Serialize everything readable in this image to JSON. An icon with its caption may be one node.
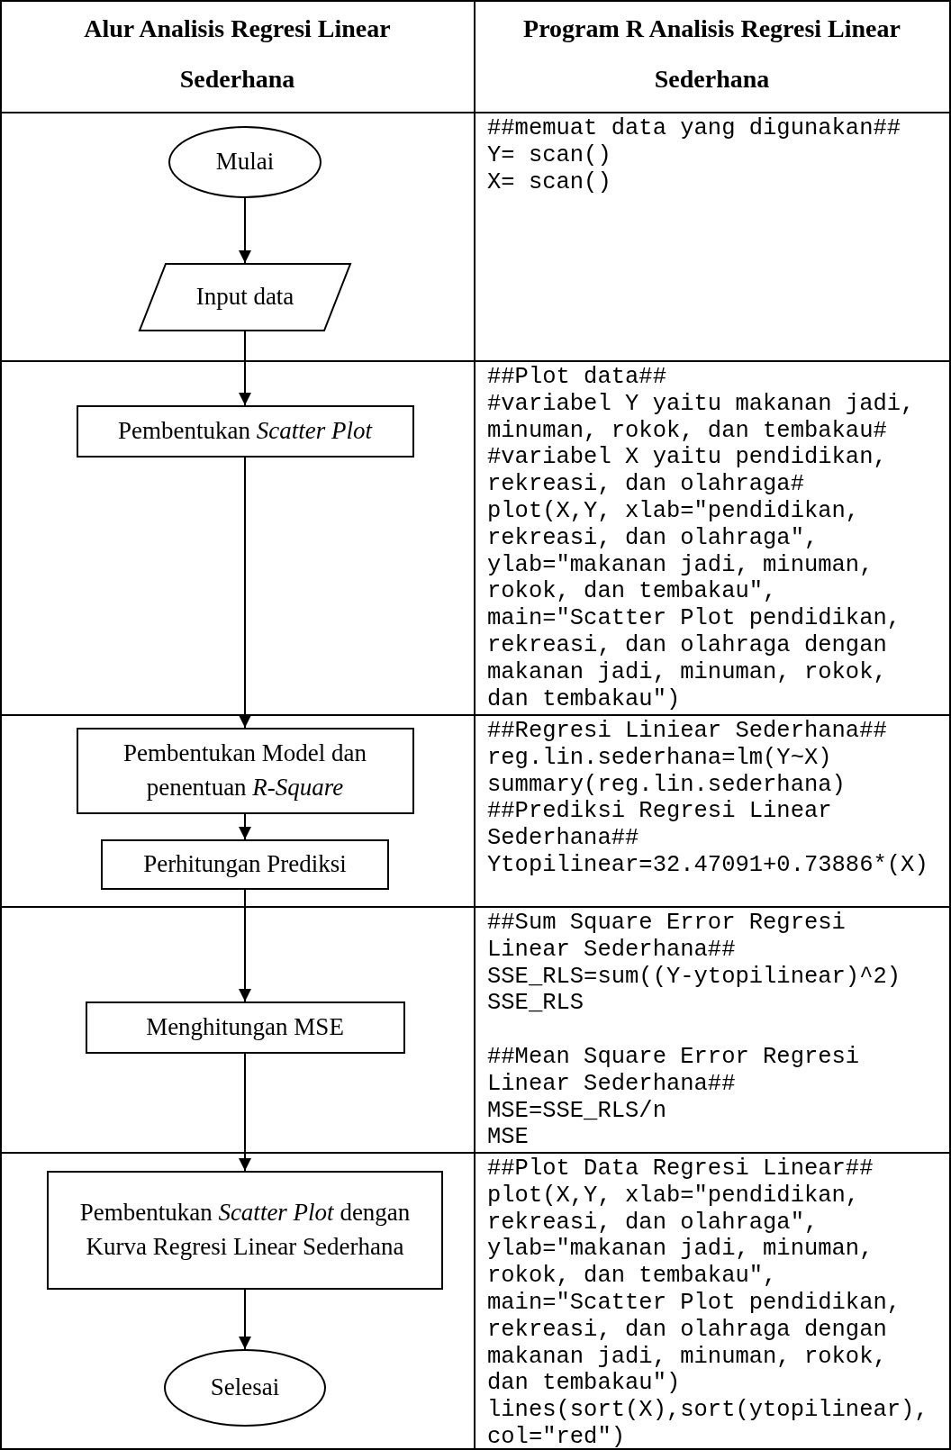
{
  "diagram": {
    "nodes": [
      {
        "text": [
          "Mulai"
        ]
      },
      {
        "text": [
          "Input data"
        ]
      },
      {
        "text": [
          "Pembentukan *Scatter Plot*"
        ]
      },
      {
        "text": [
          "Pembentukan Model dan penentuan *R-Square*"
        ]
      },
      {
        "text": [
          "Perhitungan Prediksi"
        ]
      },
      {
        "text": [
          "Menghitungan MSE"
        ]
      },
      {
        "text": [
          "Pembentukan *Scatter Plot* dengan Kurva Regresi Linear Sederhana"
        ]
      },
      {
        "text": [
          "Selesai"
        ]
      }
    ],
    "edges": [
      {
        "from": 0,
        "to": 1,
        "arrow": "to"
      },
      {
        "from": 1,
        "to": 2,
        "arrow": "to"
      },
      {
        "from": 2,
        "to": 3,
        "arrow": "to"
      },
      {
        "from": 3,
        "to": 4,
        "arrow": "to"
      },
      {
        "from": 4,
        "to": 5,
        "arrow": "to"
      },
      {
        "from": 5,
        "to": 6,
        "arrow": "to"
      },
      {
        "from": 6,
        "to": 7,
        "arrow": "to"
      }
    ],
    "labels": [
      "Alur Analisis Regresi Linear Sederhana",
      "Program R Analisis Regresi Linear Sederhana",
      "##memuat data yang digunakan##",
      "Y= scan()",
      "X= scan()",
      "##Plot data##",
      "#variabel Y yaitu makanan jadi, minuman, rokok, dan tembakau#",
      "#variabel X yaitu pendidikan, rekreasi, dan olahraga#",
      "plot(X,Y, xlab=\"pendidikan, rekreasi, dan olahraga\",",
      "ylab=\"makanan jadi, minuman, rokok, dan tembakau\",",
      "main=\"Scatter Plot pendidikan, rekreasi, dan olahraga dengan makanan jadi, minuman, rokok, dan tembakau\")",
      "##Regresi Liniear Sederhana##",
      "reg.lin.sederhana=lm(Y~X)",
      "summary(reg.lin.sederhana)",
      "##Prediksi Regresi Linear Sederhana##",
      "Ytopilinear=32.47091+0.73886*(X)",
      "##Sum Square Error Regresi Linear Sederhana##",
      "SSE_RLS=sum((Y-ytopilinear)^2)",
      "SSE_RLS",
      "##Mean Square Error Regresi Linear Sederhana##",
      "MSE=SSE_RLS/n",
      "MSE",
      "##Plot Data Regresi Linear##",
      "plot(X,Y, xlab=\"pendidikan, rekreasi, dan olahraga\",",
      "ylab=\"makanan jadi, minuman, rokok, dan tembakau\",",
      "main=\"Scatter Plot pendidikan, rekreasi, dan olahraga dengan makanan jadi, minuman, rokok, dan tembakau\")",
      "lines(sort(X),sort(ytopilinear), col=\"red\")"
    ]
  }
}
